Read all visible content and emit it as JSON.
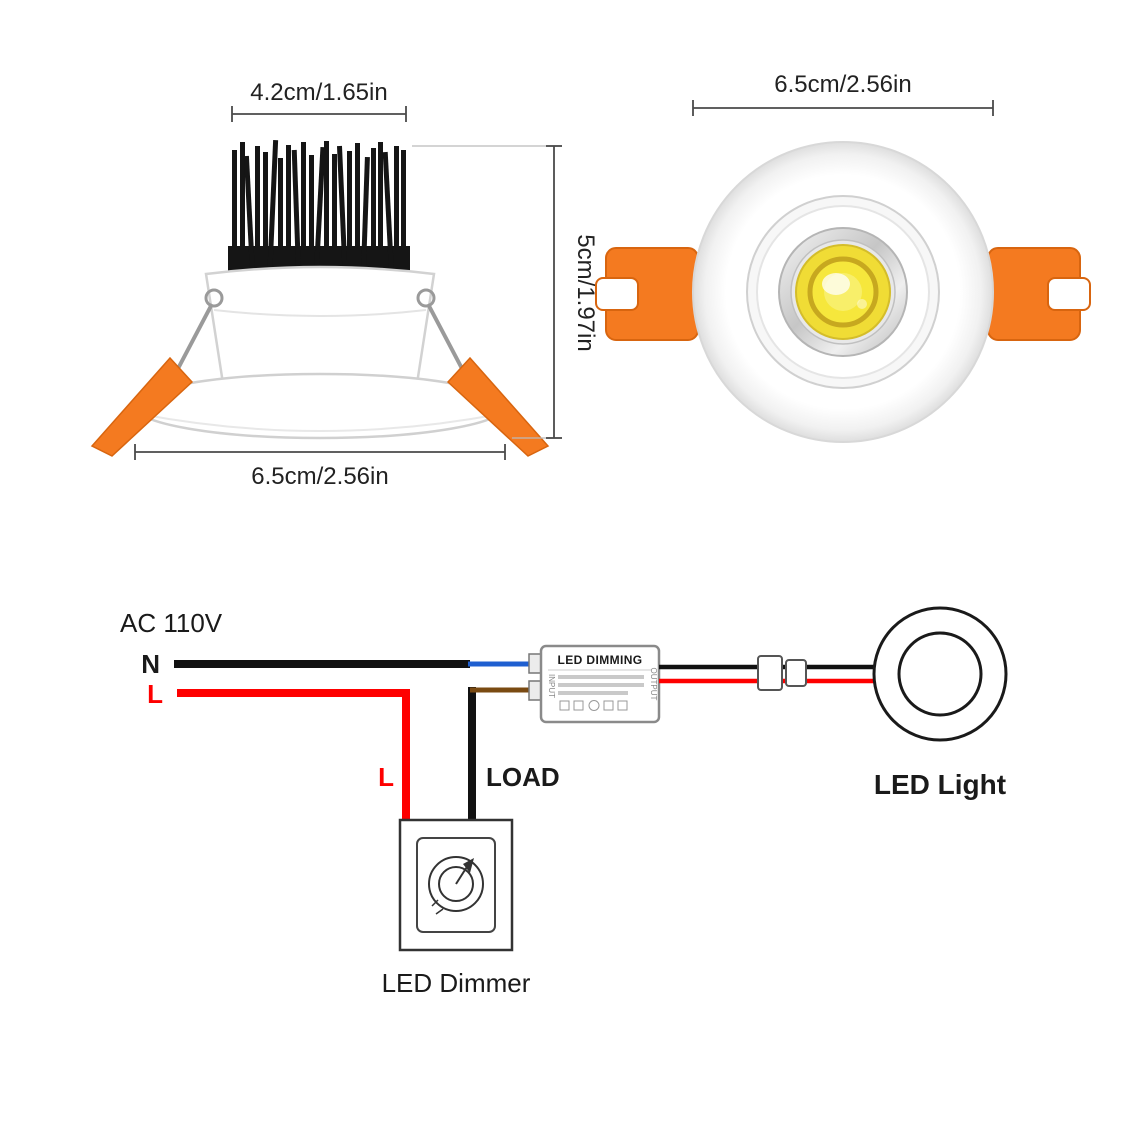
{
  "side_view": {
    "top_width": "4.2cm/1.65in",
    "height": "5cm/1.97in",
    "flange_width": "6.5cm/2.56in"
  },
  "top_view": {
    "diameter": "6.5cm/2.56in"
  },
  "wiring": {
    "supply": "AC 110V",
    "neutral": "N",
    "live": "L",
    "live_branch": "L",
    "load": "LOAD",
    "driver": {
      "title": "LED DIMMING",
      "input": "INPUT",
      "output": "OUTPUT"
    },
    "led_light": "LED Light",
    "dimmer": "LED Dimmer"
  },
  "colors": {
    "orange": "#f47a20",
    "red": "#fe0000",
    "blue": "#1f5fd0",
    "brown": "#7a4a12",
    "black": "#111111",
    "yellow": "#f0dc35"
  }
}
